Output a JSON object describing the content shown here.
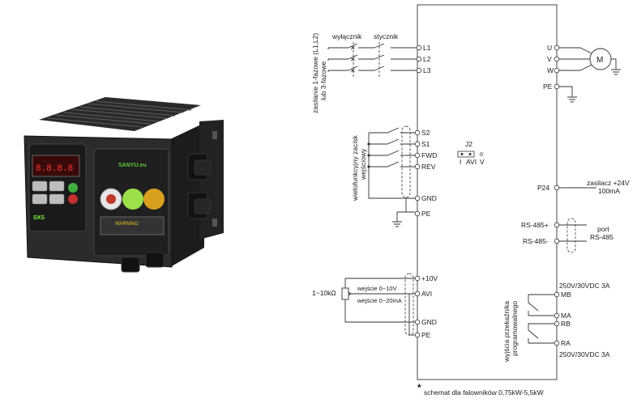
{
  "photo": {
    "brand_label": "SANYU.eu",
    "model_label": "SXS",
    "warning_label": "WARNING"
  },
  "supply": {
    "label_line1": "zasilanie 1-fazowe (L1,L2)",
    "label_line2": "lub 3-fazowe",
    "breaker_label": "wyłącznik",
    "contactor_label": "stycznik"
  },
  "terminals_left_top": [
    "L1",
    "L2",
    "L3"
  ],
  "terminals_right_top": [
    "U",
    "V",
    "W",
    "PE"
  ],
  "motor_label": "M",
  "multifunction": {
    "label_line1": "wielofunkcyjny zacisk",
    "label_line2": "wejściowy",
    "terminals": [
      "S2",
      "S1",
      "FWD",
      "REV",
      "GND",
      "PE"
    ]
  },
  "jumper": {
    "name": "J2",
    "left": "I",
    "mid": "AVI",
    "right": "V"
  },
  "p24": {
    "terminal": "P24",
    "label_line1": "zasilacz +24V",
    "label_line2": "100mA"
  },
  "rs485": {
    "plus": "RS-485+",
    "minus": "RS-485-",
    "label_line1": "port",
    "label_line2": "RS-485"
  },
  "analog": {
    "pot_label": "1~10kΩ",
    "in_v_label": "wejście 0~10V",
    "in_ma_label": "wejście 0~20mA",
    "terminals": [
      "+10V",
      "AVI",
      "GND",
      "PE"
    ]
  },
  "relay": {
    "rating_top": "250V/30VDC 3A",
    "rating_bottom": "250V/30VDC 3A",
    "label_line1": "wyjścia przekaźnika",
    "label_line2": "programowalnego",
    "terminals": [
      "MB",
      "MA",
      "RB",
      "RA"
    ]
  },
  "footnote": {
    "star": "*",
    "text": "schemat dla falowników 0,75kW-5,5kW"
  }
}
